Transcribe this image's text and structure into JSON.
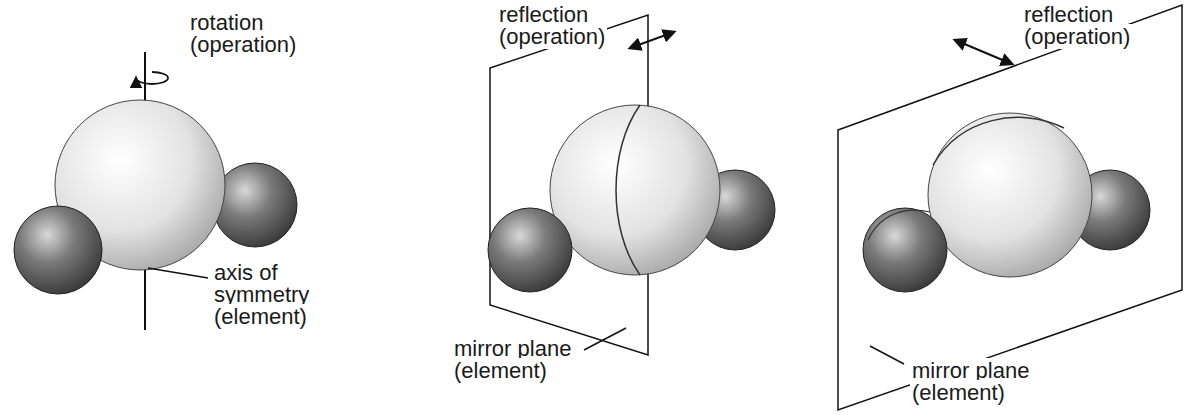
{
  "diagram": {
    "labels": [
      "rotation (operation)",
      "axis of symmetry (element)",
      "reflection (operation)",
      "mirror plane (element)",
      "reflection (operation)",
      "mirror plane (element)"
    ]
  }
}
